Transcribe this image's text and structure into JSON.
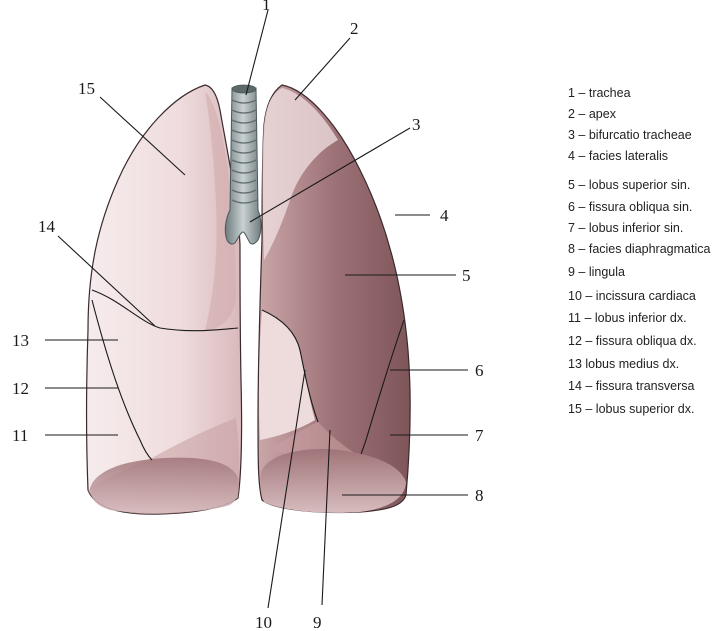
{
  "legend": {
    "items": [
      "1 – trachea",
      "2 – apex",
      "3 – bifurcatio tracheae",
      "4 – facies lateralis",
      "5 – lobus superior sin.",
      "6 – fissura obliqua sin.",
      "7 – lobus inferior sin.",
      "8 – facies diaphragmatica",
      "9 – lingula",
      "10 – incissura cardiaca",
      "11 – lobus inferior dx.",
      "12 – fissura obliqua dx.",
      "13 lobus medius dx.",
      "14 – fissura transversa",
      "15 – lobus superior dx."
    ]
  },
  "callouts": {
    "n1": "1",
    "n2": "2",
    "n3": "3",
    "n4": "4",
    "n5": "5",
    "n6": "6",
    "n7": "7",
    "n8": "8",
    "n9": "9",
    "n10": "10",
    "n11": "11",
    "n12": "12",
    "n13": "13",
    "n14": "14",
    "n15": "15"
  },
  "colors": {
    "right_lung_light": "#f2e3e4",
    "right_lung_mid": "#e4c9cb",
    "left_lung_dark": "#8f6468",
    "diaphragm": "#b48a8d",
    "trachea": "#9aa6a8"
  }
}
